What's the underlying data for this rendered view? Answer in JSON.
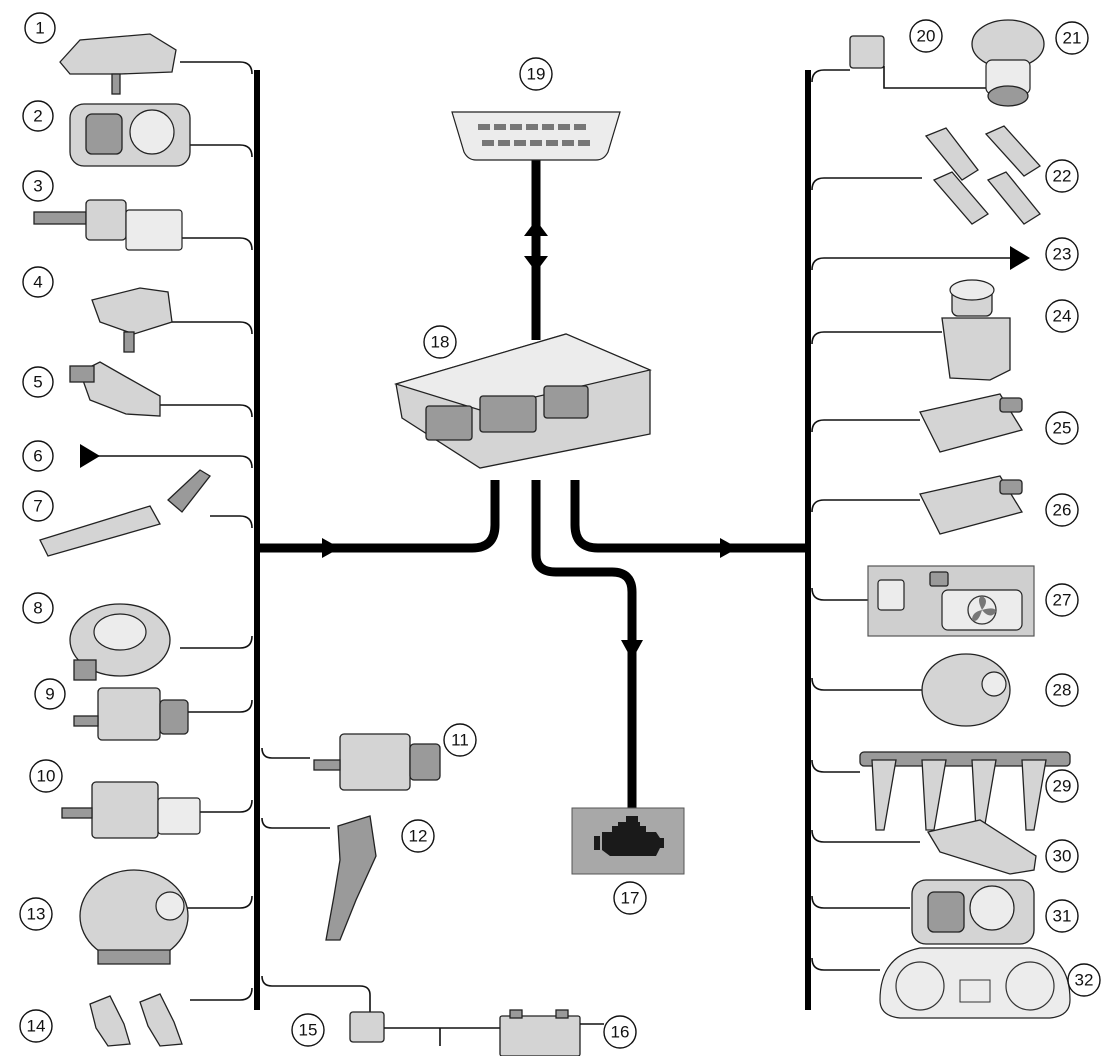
{
  "diagram": {
    "callouts": [
      {
        "id": "c1",
        "label": "1"
      },
      {
        "id": "c2",
        "label": "2"
      },
      {
        "id": "c3",
        "label": "3"
      },
      {
        "id": "c4",
        "label": "4"
      },
      {
        "id": "c5",
        "label": "5"
      },
      {
        "id": "c6",
        "label": "6"
      },
      {
        "id": "c7",
        "label": "7"
      },
      {
        "id": "c8",
        "label": "8"
      },
      {
        "id": "c9",
        "label": "9"
      },
      {
        "id": "c10",
        "label": "10"
      },
      {
        "id": "c11",
        "label": "11"
      },
      {
        "id": "c12",
        "label": "12"
      },
      {
        "id": "c13",
        "label": "13"
      },
      {
        "id": "c14",
        "label": "14"
      },
      {
        "id": "c15",
        "label": "15"
      },
      {
        "id": "c16",
        "label": "16"
      },
      {
        "id": "c17",
        "label": "17"
      },
      {
        "id": "c18",
        "label": "18"
      },
      {
        "id": "c19",
        "label": "19"
      },
      {
        "id": "c20",
        "label": "20"
      },
      {
        "id": "c21",
        "label": "21"
      },
      {
        "id": "c22",
        "label": "22"
      },
      {
        "id": "c23",
        "label": "23"
      },
      {
        "id": "c24",
        "label": "24"
      },
      {
        "id": "c25",
        "label": "25"
      },
      {
        "id": "c26",
        "label": "26"
      },
      {
        "id": "c27",
        "label": "27"
      },
      {
        "id": "c28",
        "label": "28"
      },
      {
        "id": "c29",
        "label": "29"
      },
      {
        "id": "c30",
        "label": "30"
      },
      {
        "id": "c31",
        "label": "31"
      },
      {
        "id": "c32",
        "label": "32"
      }
    ],
    "colors": {
      "line": "#000000",
      "component_fill": "#d4d4d4",
      "warning_panel": "#a8a8a8",
      "relay_panel": "#cfcfcf"
    },
    "icons": {
      "engine_warning": "check-engine-icon",
      "cooling_fan": "fan-icon"
    }
  }
}
